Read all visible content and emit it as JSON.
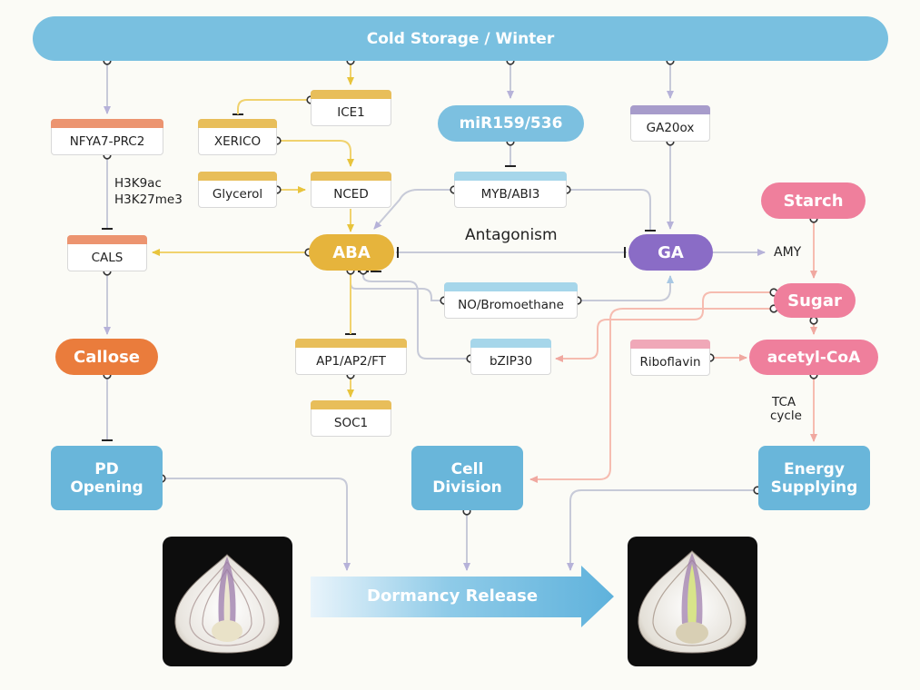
{
  "header": {
    "title": "Cold Storage / Winter"
  },
  "hubs": {
    "aba": "ABA",
    "ga": "GA",
    "mir": "miR159/536",
    "starch": "Starch",
    "sugar": "Sugar",
    "acetyl": "acetyl-CoA",
    "callose": "Callose"
  },
  "genes": {
    "nfya7": "NFYA7-PRC2",
    "ice1": "ICE1",
    "xerico": "XERICO",
    "glycerol": "Glycerol",
    "nced": "NCED",
    "myb": "MYB/ABI3",
    "ga20ox": "GA20ox",
    "cals": "CALS",
    "no": "NO/Bromoethane",
    "bzip": "bZIP30",
    "ap": "AP1/AP2/FT",
    "soc1": "SOC1",
    "riboflavin": "Riboflavin"
  },
  "labels": {
    "histone1": "H3K9ac",
    "histone2": "H3K27me3",
    "antagonism": "Antagonism",
    "amy": "AMY",
    "tca1": "TCA",
    "tca2": "cycle"
  },
  "outcomes": {
    "pd1": "PD",
    "pd2": "Opening",
    "cd1": "Cell",
    "cd2": "Division",
    "es1": "Energy",
    "es2": "Supplying"
  },
  "dormancy": {
    "label": "Dormancy Release"
  },
  "colors": {
    "blue": "#79c0e0",
    "box_blue": "#69b6da",
    "orange_node": "#ea7c3c",
    "yellow": "#e6b43c",
    "purple": "#8a6cc6",
    "pink": "#ef7f9c",
    "gray_line": "#c4c8d6",
    "yellow_line": "#f0d26e",
    "pink_line": "#f6bcb0"
  }
}
